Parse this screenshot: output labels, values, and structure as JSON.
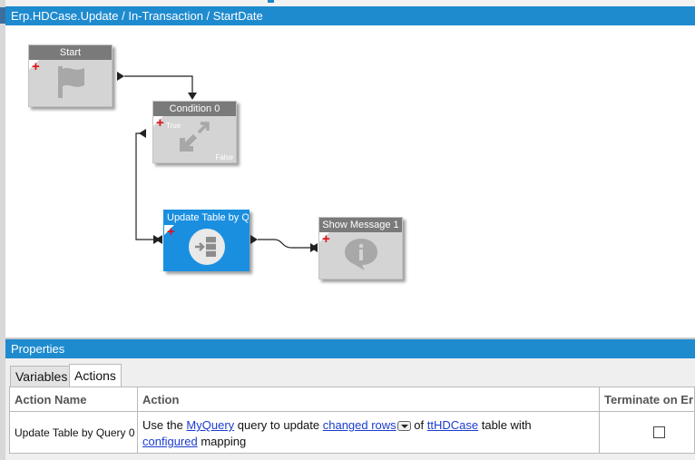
{
  "window_title": "Erp.HDCase.Update / In-Transaction / StartDate",
  "workflow": {
    "nodes": {
      "start": {
        "label": "Start",
        "icon": "flag-icon"
      },
      "condition": {
        "label": "Condition 0",
        "true_label": "True",
        "false_label": "False",
        "icon": "arrows-icon"
      },
      "update": {
        "label": "Update Table by Q",
        "icon": "table-update-icon"
      },
      "message": {
        "label": "Show Message 1",
        "icon": "info-bubble-icon"
      }
    }
  },
  "properties": {
    "header": "Properties",
    "tabs": [
      {
        "label": "Variables",
        "active": false
      },
      {
        "label": "Actions",
        "active": true
      }
    ],
    "columns": [
      "Action Name",
      "Action",
      "Terminate on Er"
    ],
    "rows": [
      {
        "name": "Update Table by Query 0",
        "desc": {
          "t1": "Use the ",
          "link1": "MyQuery",
          "t2": " query to update ",
          "link2": "changed rows",
          "t3": " of ",
          "link3": "ttHDCase",
          "t4": " table with",
          "link4": "configured",
          "t5": " mapping"
        },
        "terminate_on_error": false
      }
    ]
  },
  "colors": {
    "title_bar": "#1f8bcf",
    "node_grey": "#d4d4d4",
    "node_header": "#7a7a7a",
    "node_active": "#1a8fe0",
    "link": "#1a3ccf"
  }
}
